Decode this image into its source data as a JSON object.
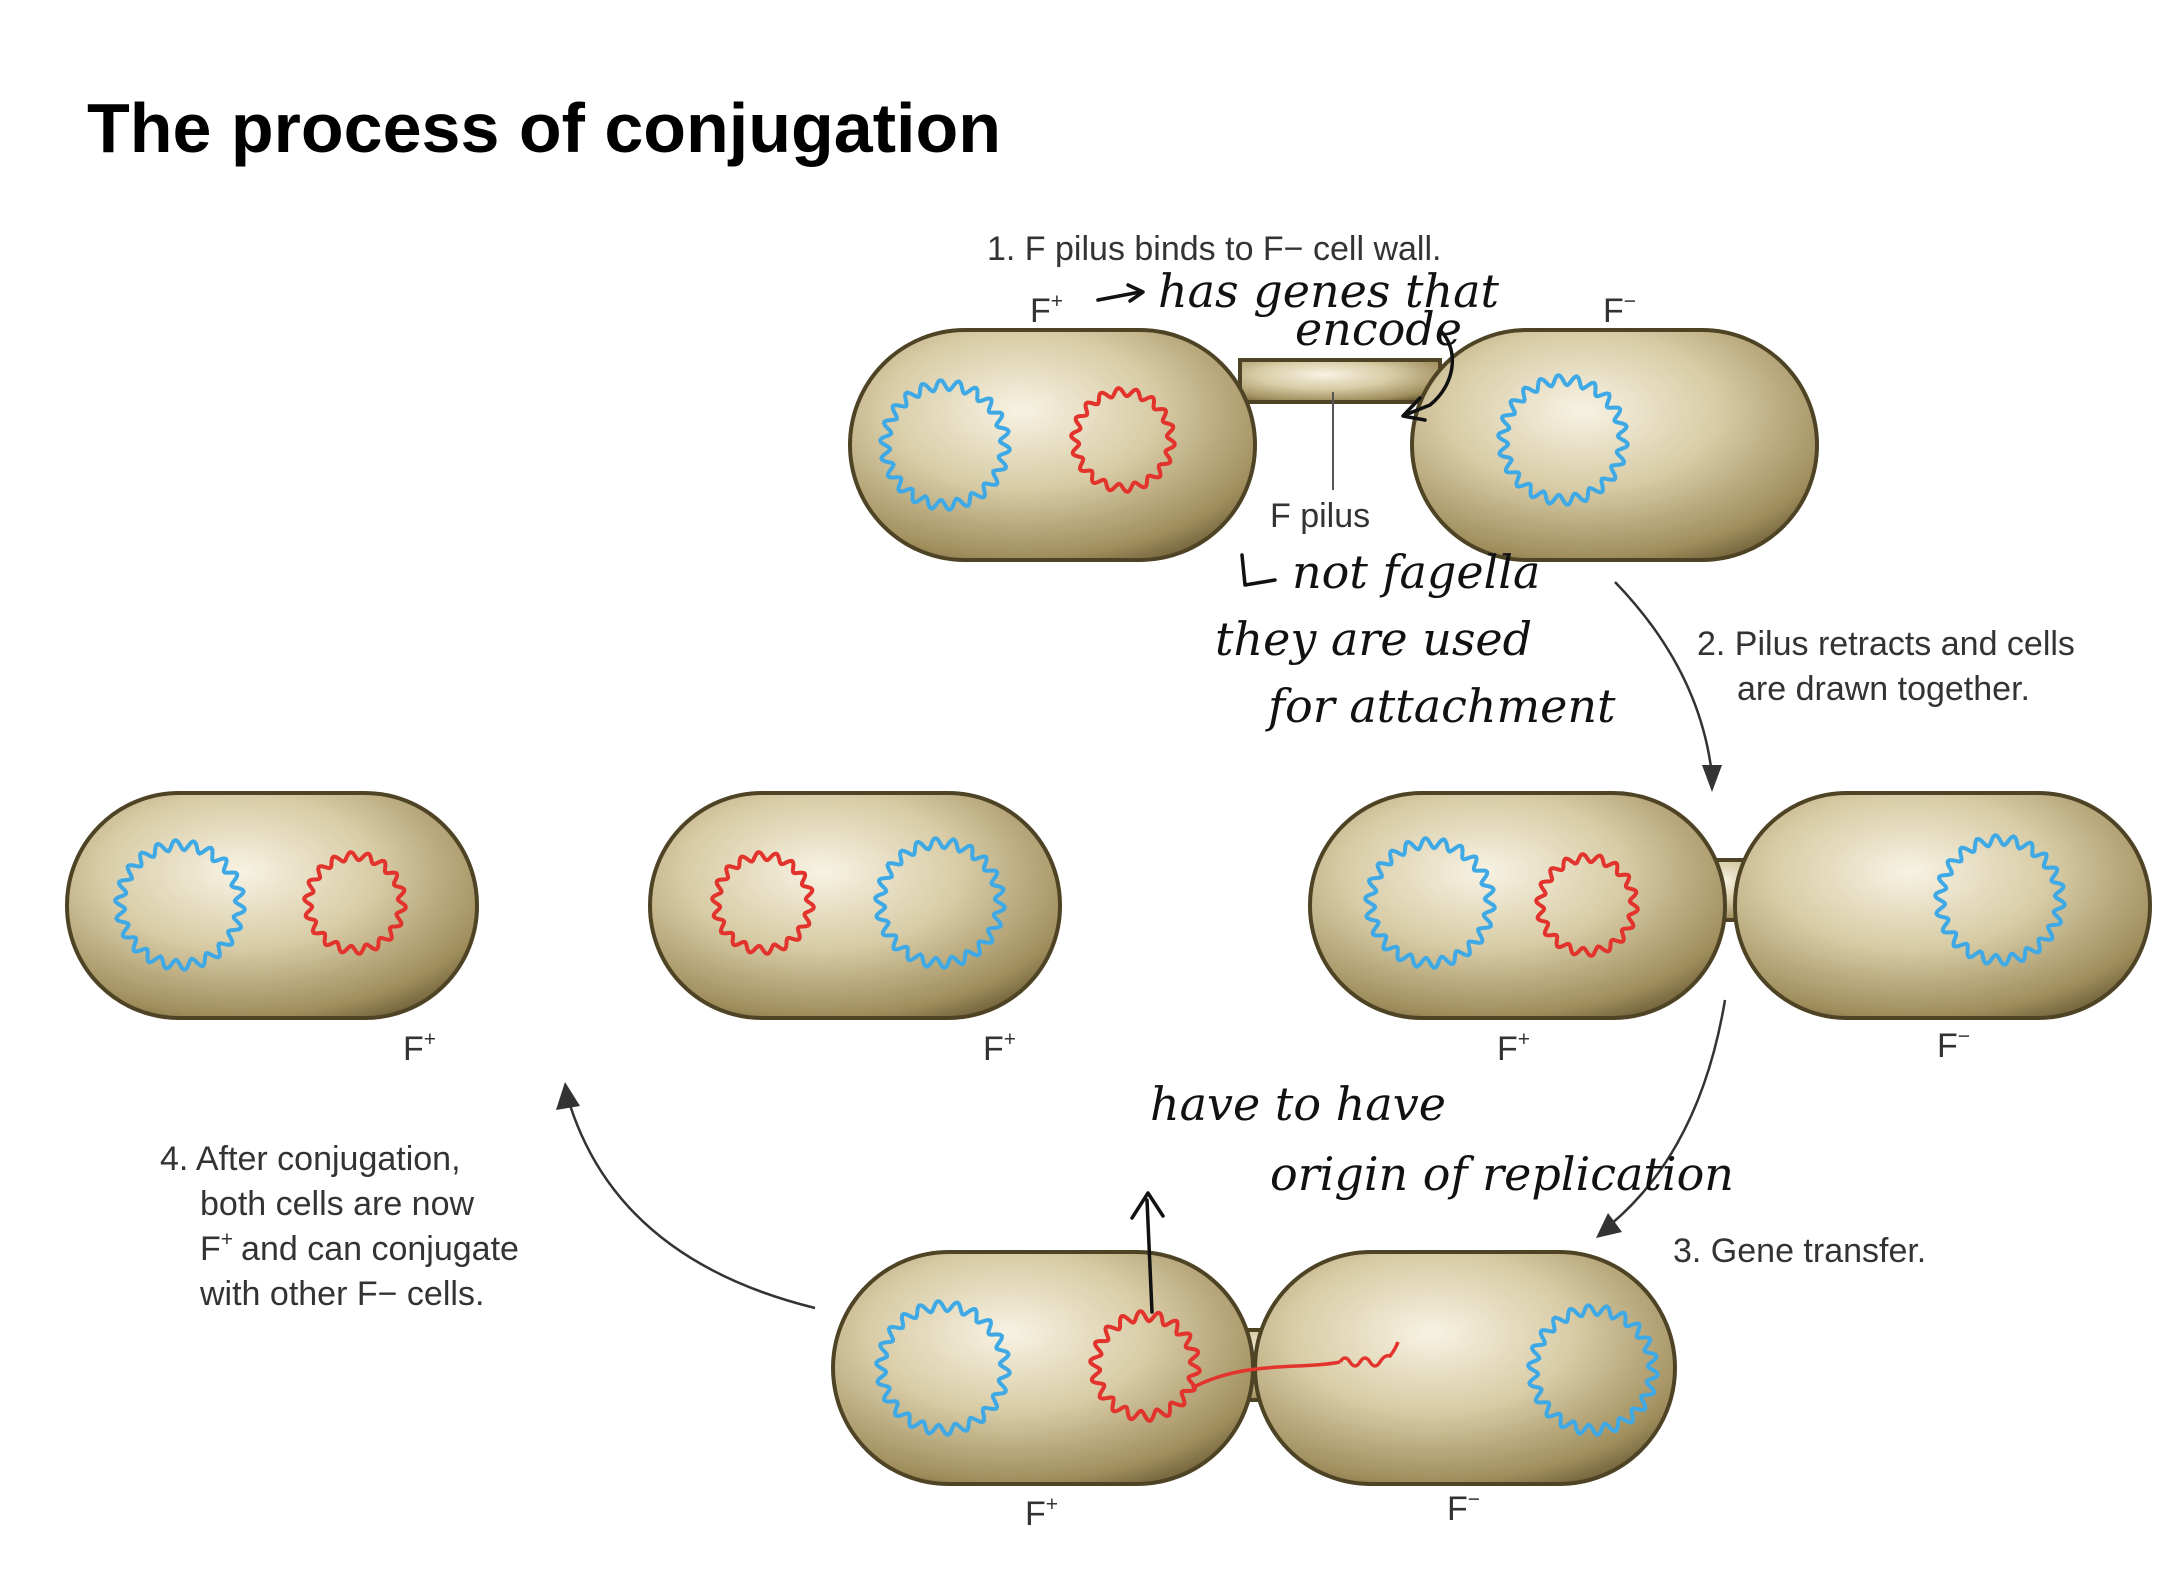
{
  "title": "The process of conjugation",
  "steps": {
    "step1": "1. F pilus binds to F− cell wall.",
    "step2_line1": "2. Pilus retracts and cells",
    "step2_line2": "are drawn together.",
    "step3": "3. Gene transfer.",
    "step4_line1": "4. After conjugation,",
    "step4_line2": "both cells are now",
    "step4_line3": "and can conjugate",
    "step4_line4": "with other F− cells."
  },
  "labels": {
    "f_letter": "F",
    "plus": "+",
    "minus": "−",
    "f_pilus": "F pilus"
  },
  "annotations": {
    "note1_line1": "has genes that",
    "note1_line2": "encode",
    "note2_line1": "not fagella",
    "note2_line2": "they are used",
    "note2_line3": "for attachment",
    "note3_line1": "have to have",
    "note3_line2": "origin of replication"
  },
  "colors": {
    "cell_fill": "#c4b58b",
    "chromosome": "#3fa9e6",
    "plasmid": "#e2342d"
  }
}
